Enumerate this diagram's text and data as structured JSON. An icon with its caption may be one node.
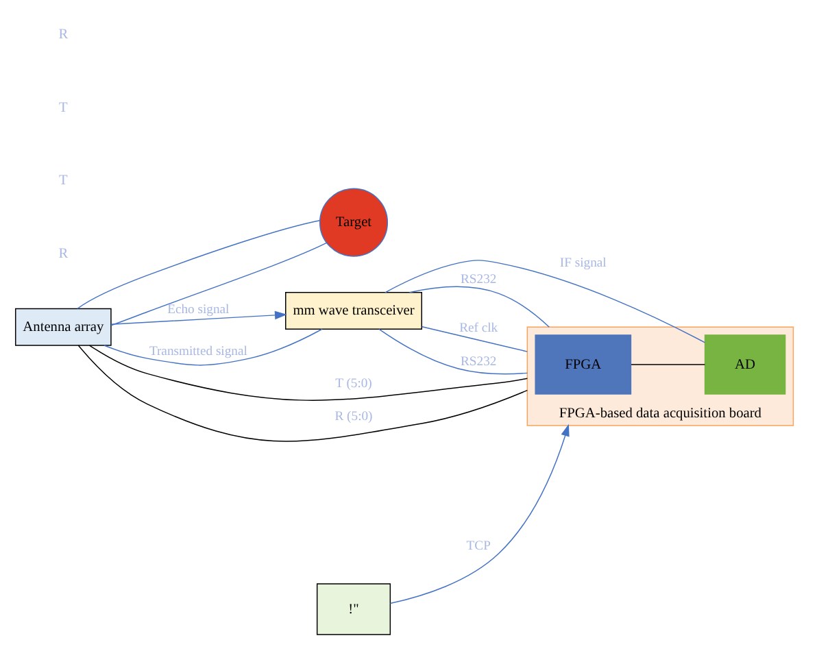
{
  "diagram": {
    "nodes": [
      {
        "text": [
          "Antenna array"
        ]
      },
      {
        "text": [
          "Target"
        ]
      },
      {
        "text": [
          "mm wave transceiver"
        ]
      },
      {
        "text": [
          "FPGA-based data acquisition board"
        ]
      },
      {
        "text": [
          "FPGA"
        ],
        "in": 3
      },
      {
        "text": [
          "AD"
        ],
        "in": 3
      },
      {
        "text": [
          "!\""
        ]
      }
    ],
    "edges": [
      {
        "from": 2,
        "to": 0,
        "arrow": "none",
        "label": "Transmitted signal"
      },
      {
        "from": 0,
        "to": 2,
        "arrow": "to",
        "label": "Echo signal"
      },
      {
        "from": 0,
        "to": 1,
        "arrow": "none"
      },
      {
        "from": 1,
        "to": 0,
        "arrow": "none"
      },
      {
        "from": 0,
        "to": 3,
        "arrow": "none",
        "label": "T (5:0)",
        "color": "#000000"
      },
      {
        "from": 0,
        "to": 3,
        "arrow": "none",
        "label": "R (5:0)",
        "color": "#000000"
      },
      {
        "from": 2,
        "to": 3,
        "arrow": "none",
        "label": "RS232"
      },
      {
        "from": 2,
        "to": 3,
        "arrow": "none",
        "label": "RS232"
      },
      {
        "from": 2,
        "to": 3,
        "arrow": "none",
        "label": "Ref clk"
      },
      {
        "from": 2,
        "to": 5,
        "arrow": "none",
        "label": "IF signal"
      },
      {
        "from": 4,
        "to": 5,
        "arrow": "none",
        "color": "#000000"
      },
      {
        "from": 6,
        "to": 3,
        "arrow": "to",
        "label": "TCP"
      }
    ],
    "labels": [
      "R",
      "T",
      "T",
      "R"
    ]
  }
}
